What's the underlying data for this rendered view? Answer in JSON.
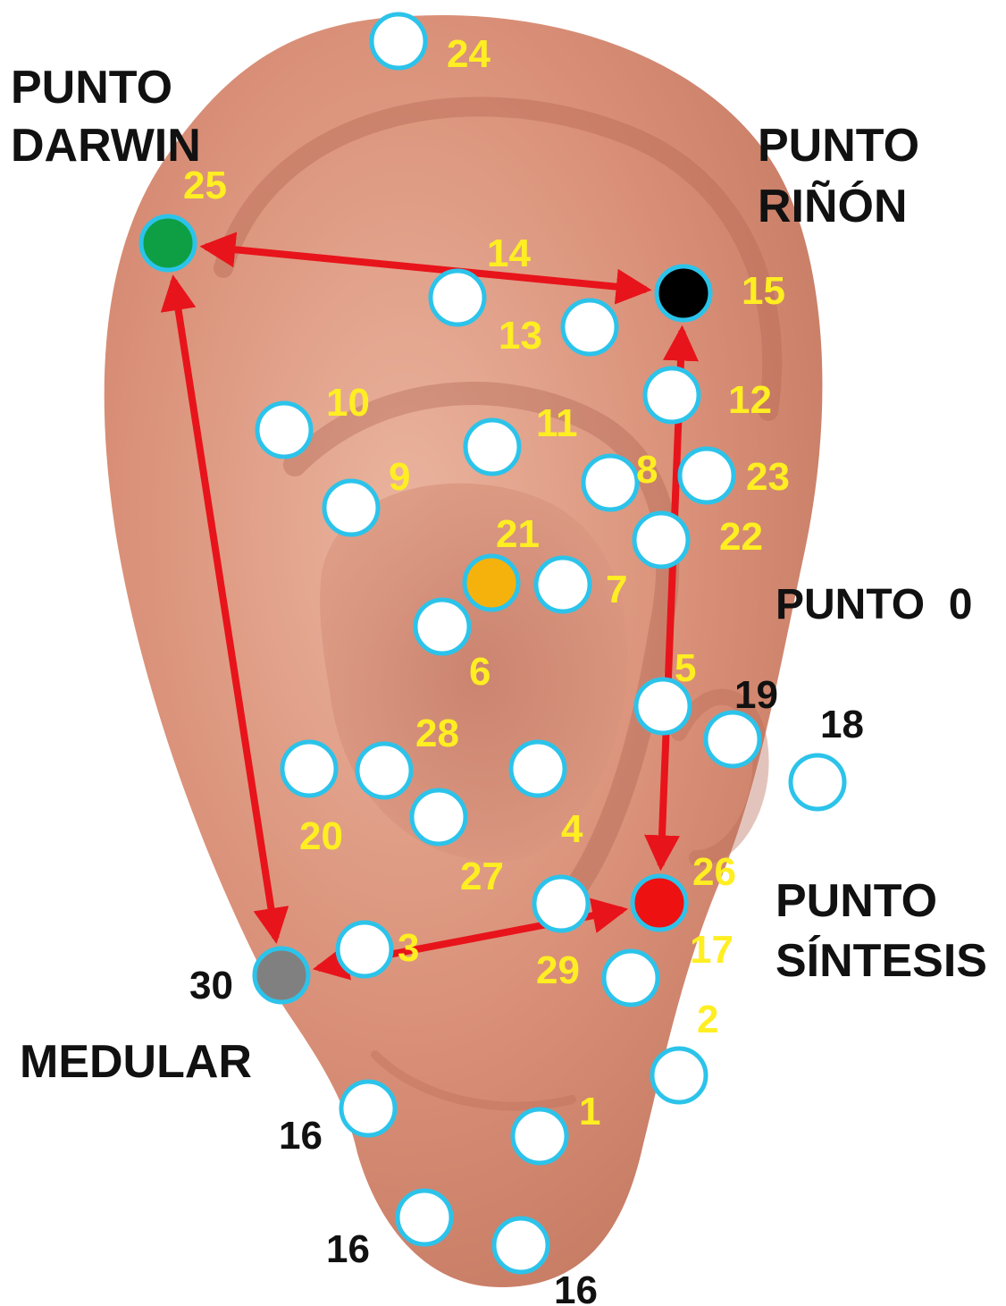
{
  "diagram": {
    "colors": {
      "skin": "#d98f77",
      "skin_dark": "#b96b57",
      "skin_light": "#eab49e",
      "ring": "#2cc3ea",
      "point_fill": "#ffffff",
      "arrow": "#e8141b",
      "number_yellow": "#ffee22",
      "label_black": "#111111"
    },
    "regions": {
      "darwin": {
        "line1": "PUNTO",
        "line2": "DARWIN"
      },
      "rinon": {
        "line1": "PUNTO",
        "line2": "RIÑÓN"
      },
      "cero": {
        "text": "PUNTO  0"
      },
      "sintesis": {
        "line1": "PUNTO",
        "line2": "SÍNTESIS"
      },
      "medular": {
        "text": "MEDULAR"
      }
    },
    "points": [
      {
        "id": "p24",
        "number": "24",
        "fill": "#ffffff",
        "label_color": "yellow"
      },
      {
        "id": "p25",
        "number": "25",
        "fill": "#0e9f45",
        "label_color": "yellow"
      },
      {
        "id": "p14",
        "number": "14",
        "fill": "#ffffff",
        "label_color": "yellow"
      },
      {
        "id": "p13",
        "number": "13",
        "fill": "#ffffff",
        "label_color": "yellow"
      },
      {
        "id": "p15",
        "number": "15",
        "fill": "#000000",
        "label_color": "yellow"
      },
      {
        "id": "p12",
        "number": "12",
        "fill": "#ffffff",
        "label_color": "yellow"
      },
      {
        "id": "p10",
        "number": "10",
        "fill": "#ffffff",
        "label_color": "yellow"
      },
      {
        "id": "p11",
        "number": "11",
        "fill": "#ffffff",
        "label_color": "yellow"
      },
      {
        "id": "p9",
        "number": "9",
        "fill": "#ffffff",
        "label_color": "yellow"
      },
      {
        "id": "p8",
        "number": "8",
        "fill": "#ffffff",
        "label_color": "yellow"
      },
      {
        "id": "p23",
        "number": "23",
        "fill": "#ffffff",
        "label_color": "yellow"
      },
      {
        "id": "p22",
        "number": "22",
        "fill": "#ffffff",
        "label_color": "yellow"
      },
      {
        "id": "p21",
        "number": "21",
        "fill": "#f6b20c",
        "label_color": "yellow"
      },
      {
        "id": "p7",
        "number": "7",
        "fill": "#ffffff",
        "label_color": "yellow"
      },
      {
        "id": "p6",
        "number": "6",
        "fill": "#ffffff",
        "label_color": "yellow"
      },
      {
        "id": "p5",
        "number": "5",
        "fill": "#ffffff",
        "label_color": "yellow"
      },
      {
        "id": "p19",
        "number": "19",
        "fill": "#ffffff",
        "label_color": "black"
      },
      {
        "id": "p18",
        "number": "18",
        "fill": "#ffffff",
        "label_color": "black"
      },
      {
        "id": "p20",
        "number": "20",
        "fill": "#ffffff",
        "label_color": "yellow"
      },
      {
        "id": "p28",
        "number": "28",
        "fill": "#ffffff",
        "label_color": "yellow"
      },
      {
        "id": "p27",
        "number": "27",
        "fill": "#ffffff",
        "label_color": "yellow"
      },
      {
        "id": "p4",
        "number": "4",
        "fill": "#ffffff",
        "label_color": "yellow"
      },
      {
        "id": "p26",
        "number": "26",
        "fill": "#ee1111",
        "label_color": "yellow"
      },
      {
        "id": "p3",
        "number": "3",
        "fill": "#ffffff",
        "label_color": "yellow"
      },
      {
        "id": "p29",
        "number": "29",
        "fill": "#ffffff",
        "label_color": "yellow"
      },
      {
        "id": "p17",
        "number": "17",
        "fill": "#ffffff",
        "label_color": "yellow"
      },
      {
        "id": "p30",
        "number": "30",
        "fill": "#808080",
        "label_color": "black"
      },
      {
        "id": "p2",
        "number": "2",
        "fill": "#ffffff",
        "label_color": "yellow"
      },
      {
        "id": "p16a",
        "number": "16",
        "fill": "#ffffff",
        "label_color": "black"
      },
      {
        "id": "p1",
        "number": "1",
        "fill": "#ffffff",
        "label_color": "yellow"
      },
      {
        "id": "p16b",
        "number": "16",
        "fill": "#ffffff",
        "label_color": "black"
      },
      {
        "id": "p16c",
        "number": "16",
        "fill": "#ffffff",
        "label_color": "black"
      }
    ],
    "arrows": [
      {
        "from": "p25",
        "to": "p15"
      },
      {
        "from": "p15",
        "to": "p26"
      },
      {
        "from": "p25",
        "to": "p30"
      },
      {
        "from": "p26",
        "to": "p30"
      }
    ]
  }
}
